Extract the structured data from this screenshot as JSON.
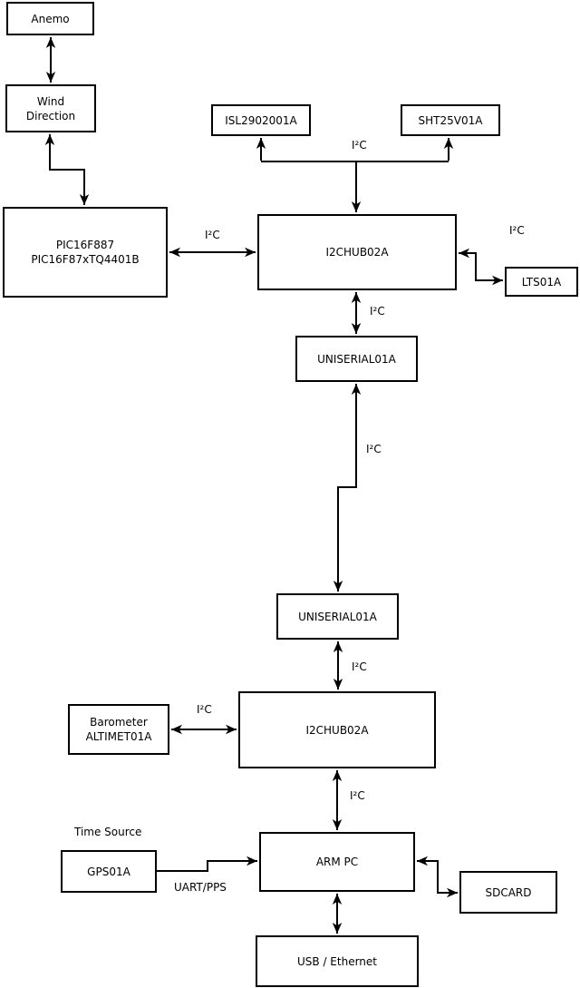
{
  "diagram": {
    "nodes": {
      "anemo": {
        "label": "Anemo"
      },
      "wind": {
        "line1": "Wind",
        "line2": "Direction"
      },
      "pic": {
        "line1": "PIC16F887",
        "line2": "PIC16F87xTQ4401B"
      },
      "isl": {
        "label": "ISL2902001A"
      },
      "sht": {
        "label": "SHT25V01A"
      },
      "i2chub_top": {
        "label": "I2CHUB02A"
      },
      "lts": {
        "label": "LTS01A"
      },
      "uniserial_top": {
        "label": "UNISERIAL01A"
      },
      "uniserial_bottom": {
        "label": "UNISERIAL01A"
      },
      "i2chub_bottom": {
        "label": "I2CHUB02A"
      },
      "barometer": {
        "line1": "Barometer",
        "line2": "ALTIMET01A"
      },
      "gps": {
        "label": "GPS01A"
      },
      "armpc": {
        "label": "ARM PC"
      },
      "sdcard": {
        "label": "SDCARD"
      },
      "usb": {
        "label": "USB / Ethernet"
      }
    },
    "labels": {
      "i2c": "I²C",
      "time_source": "Time Source",
      "uart_pps": "UART/PPS"
    },
    "colors": {
      "line": "#000000",
      "box_border": "#000000",
      "box_fill": "#ffffff",
      "background": "#ffffff",
      "text": "#000000"
    }
  }
}
